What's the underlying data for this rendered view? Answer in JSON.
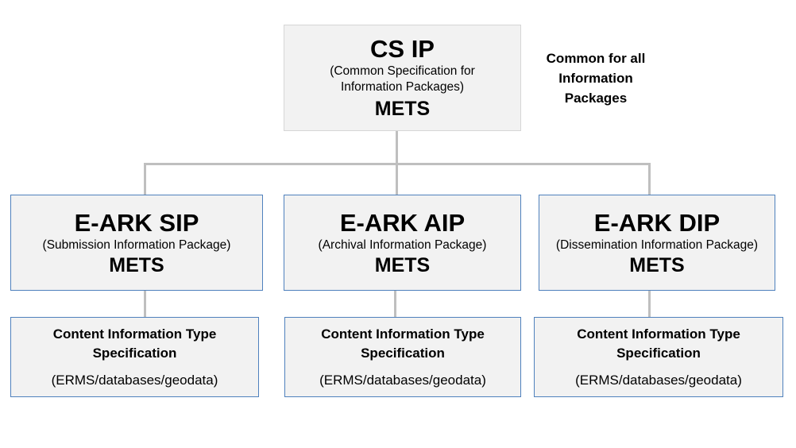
{
  "top": {
    "title": "CS IP",
    "subtitle_line1": "(Common Specification for",
    "subtitle_line2": "Information Packages)",
    "format": "METS"
  },
  "note": {
    "line1": "Common for all",
    "line2": "Information",
    "line3": "Packages"
  },
  "packages": [
    {
      "title": "E-ARK SIP",
      "subtitle": "(Submission Information Package)",
      "format": "METS"
    },
    {
      "title": "E-ARK AIP",
      "subtitle": "(Archival Information Package)",
      "format": "METS"
    },
    {
      "title": "E-ARK DIP",
      "subtitle": "(Dissemination Information Package)",
      "format": "METS"
    }
  ],
  "content_specs": [
    {
      "title_line1": "Content Information Type",
      "title_line2": "Specification",
      "types": "(ERMS/databases/geodata)"
    },
    {
      "title_line1": "Content Information Type",
      "title_line2": "Specification",
      "types": "(ERMS/databases/geodata)"
    },
    {
      "title_line1": "Content Information Type",
      "title_line2": "Specification",
      "types": "(ERMS/databases/geodata)"
    }
  ]
}
